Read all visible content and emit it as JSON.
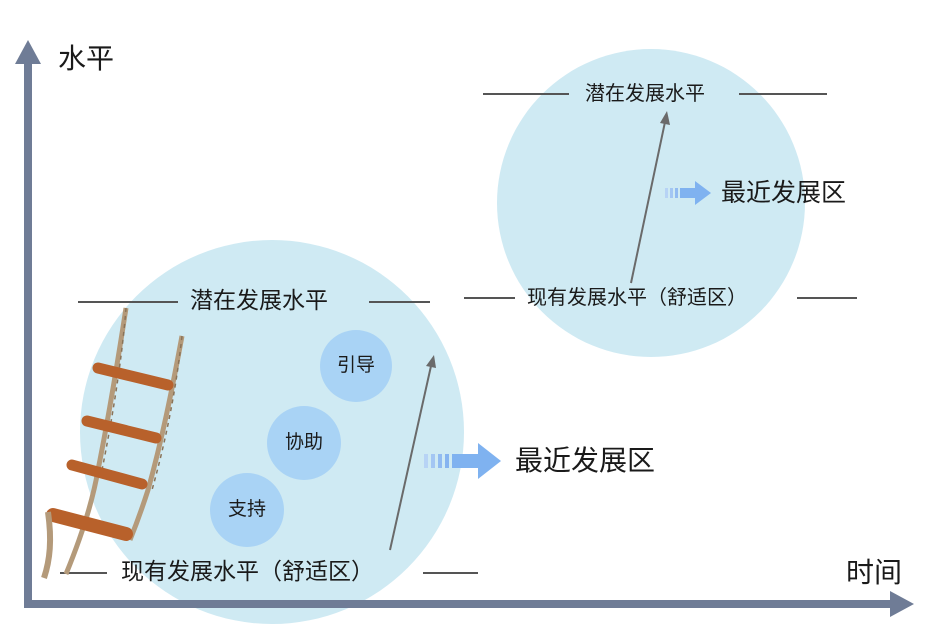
{
  "axes": {
    "y_label": "水平",
    "x_label": "时间"
  },
  "lower_zone": {
    "potential_level": "潜在发展水平",
    "current_level": "现有发展水平（舒适区）",
    "zpd_label": "最近发展区",
    "bubbles": [
      "引导",
      "协助",
      "支持"
    ]
  },
  "upper_zone": {
    "potential_level": "潜在发展水平",
    "current_level": "现有发展水平（舒适区）",
    "zpd_label": "最近发展区"
  },
  "colors": {
    "zone_fill": "#cfeaf3",
    "bubble_fill": "#a9d3f5",
    "axis": "#6f7c96",
    "arrow_blue": "#7fb2f0",
    "rope": "#b49a7a",
    "rung": "#b8612b"
  },
  "icons": {
    "ladder": "ladder-icon",
    "zpd_arrow": "double-arrow-right-icon"
  }
}
